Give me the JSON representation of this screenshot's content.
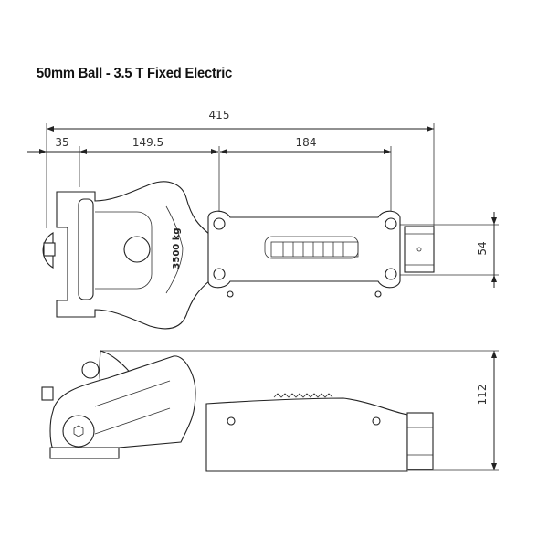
{
  "title": "50mm Ball - 3.5 T Fixed Electric",
  "dimensions": {
    "overall_length": "415",
    "ball_offset": "35",
    "ball_to_first_hole": "149.5",
    "hole_spacing": "184",
    "hole_width": "54",
    "height": "112"
  },
  "part_marking": "3500 kg"
}
